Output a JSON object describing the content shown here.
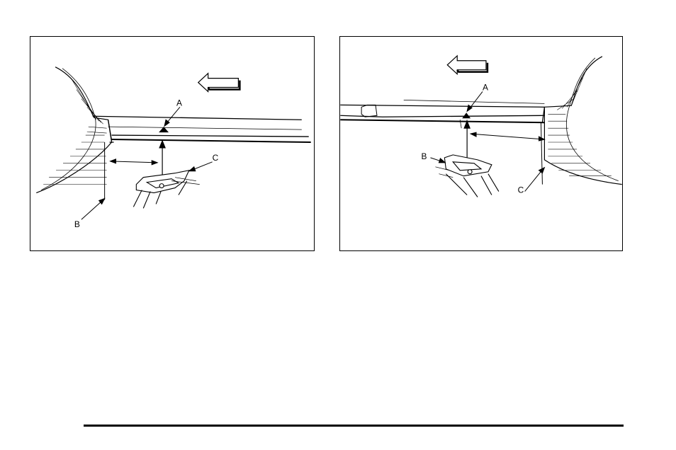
{
  "figures": [
    {
      "id": "front-lift-point",
      "labels": {
        "a": "A",
        "b": "B",
        "c": "C"
      },
      "direction_arrow": "arrow-left-icon"
    },
    {
      "id": "rear-lift-point",
      "labels": {
        "a": "A",
        "b": "B",
        "c": "C"
      },
      "direction_arrow": "arrow-left-icon"
    }
  ],
  "colors": {
    "line": "#000000",
    "background": "#ffffff"
  }
}
